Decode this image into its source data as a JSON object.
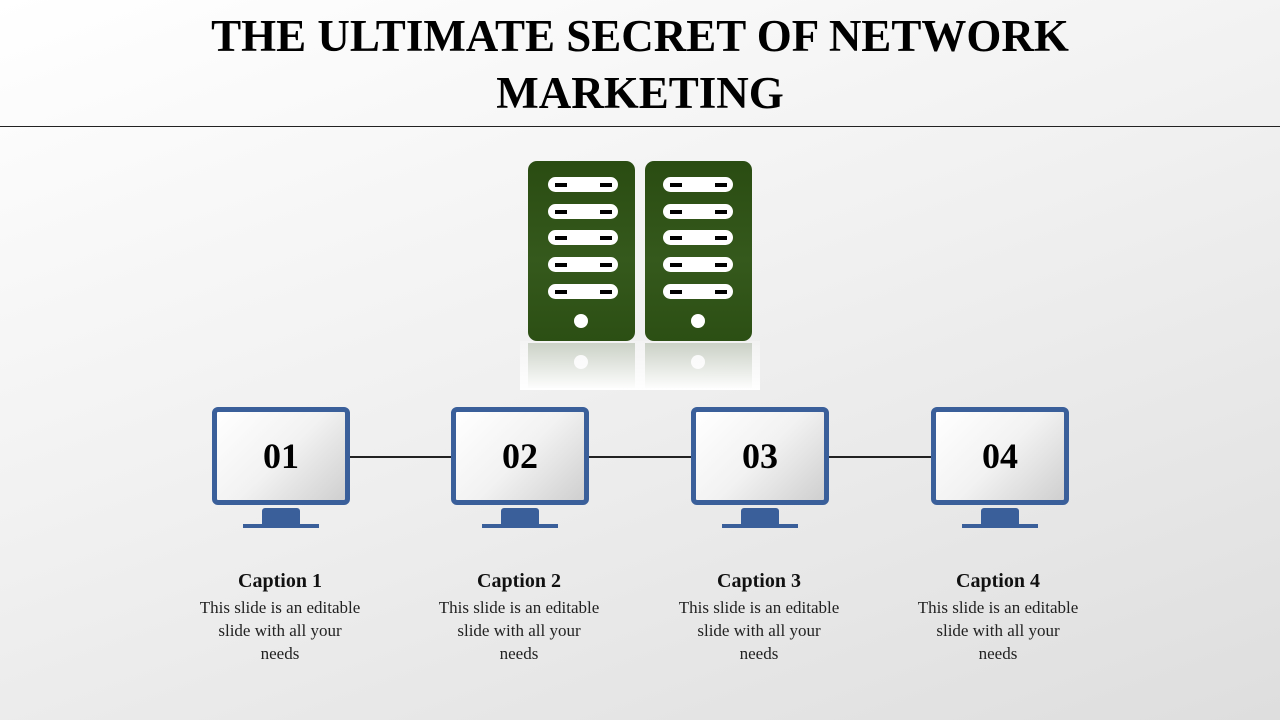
{
  "slide": {
    "title_line1": "THE ULTIMATE SECRET OF NETWORK",
    "title_line2": "MARKETING"
  },
  "colors": {
    "server_green": "#2f5417",
    "monitor_blue": "#3a5f9a"
  },
  "icons": {
    "server": "server-rack-icon",
    "monitor": "monitor-icon"
  },
  "steps": [
    {
      "number": "01",
      "caption": "Caption 1",
      "text": "This slide is an editable slide with all your needs"
    },
    {
      "number": "02",
      "caption": "Caption 2",
      "text": "This slide is an editable slide with all your needs"
    },
    {
      "number": "03",
      "caption": "Caption 3",
      "text": "This slide is an editable slide with all your needs"
    },
    {
      "number": "04",
      "caption": "Caption 4",
      "text": "This slide is an editable slide with all your needs"
    }
  ]
}
